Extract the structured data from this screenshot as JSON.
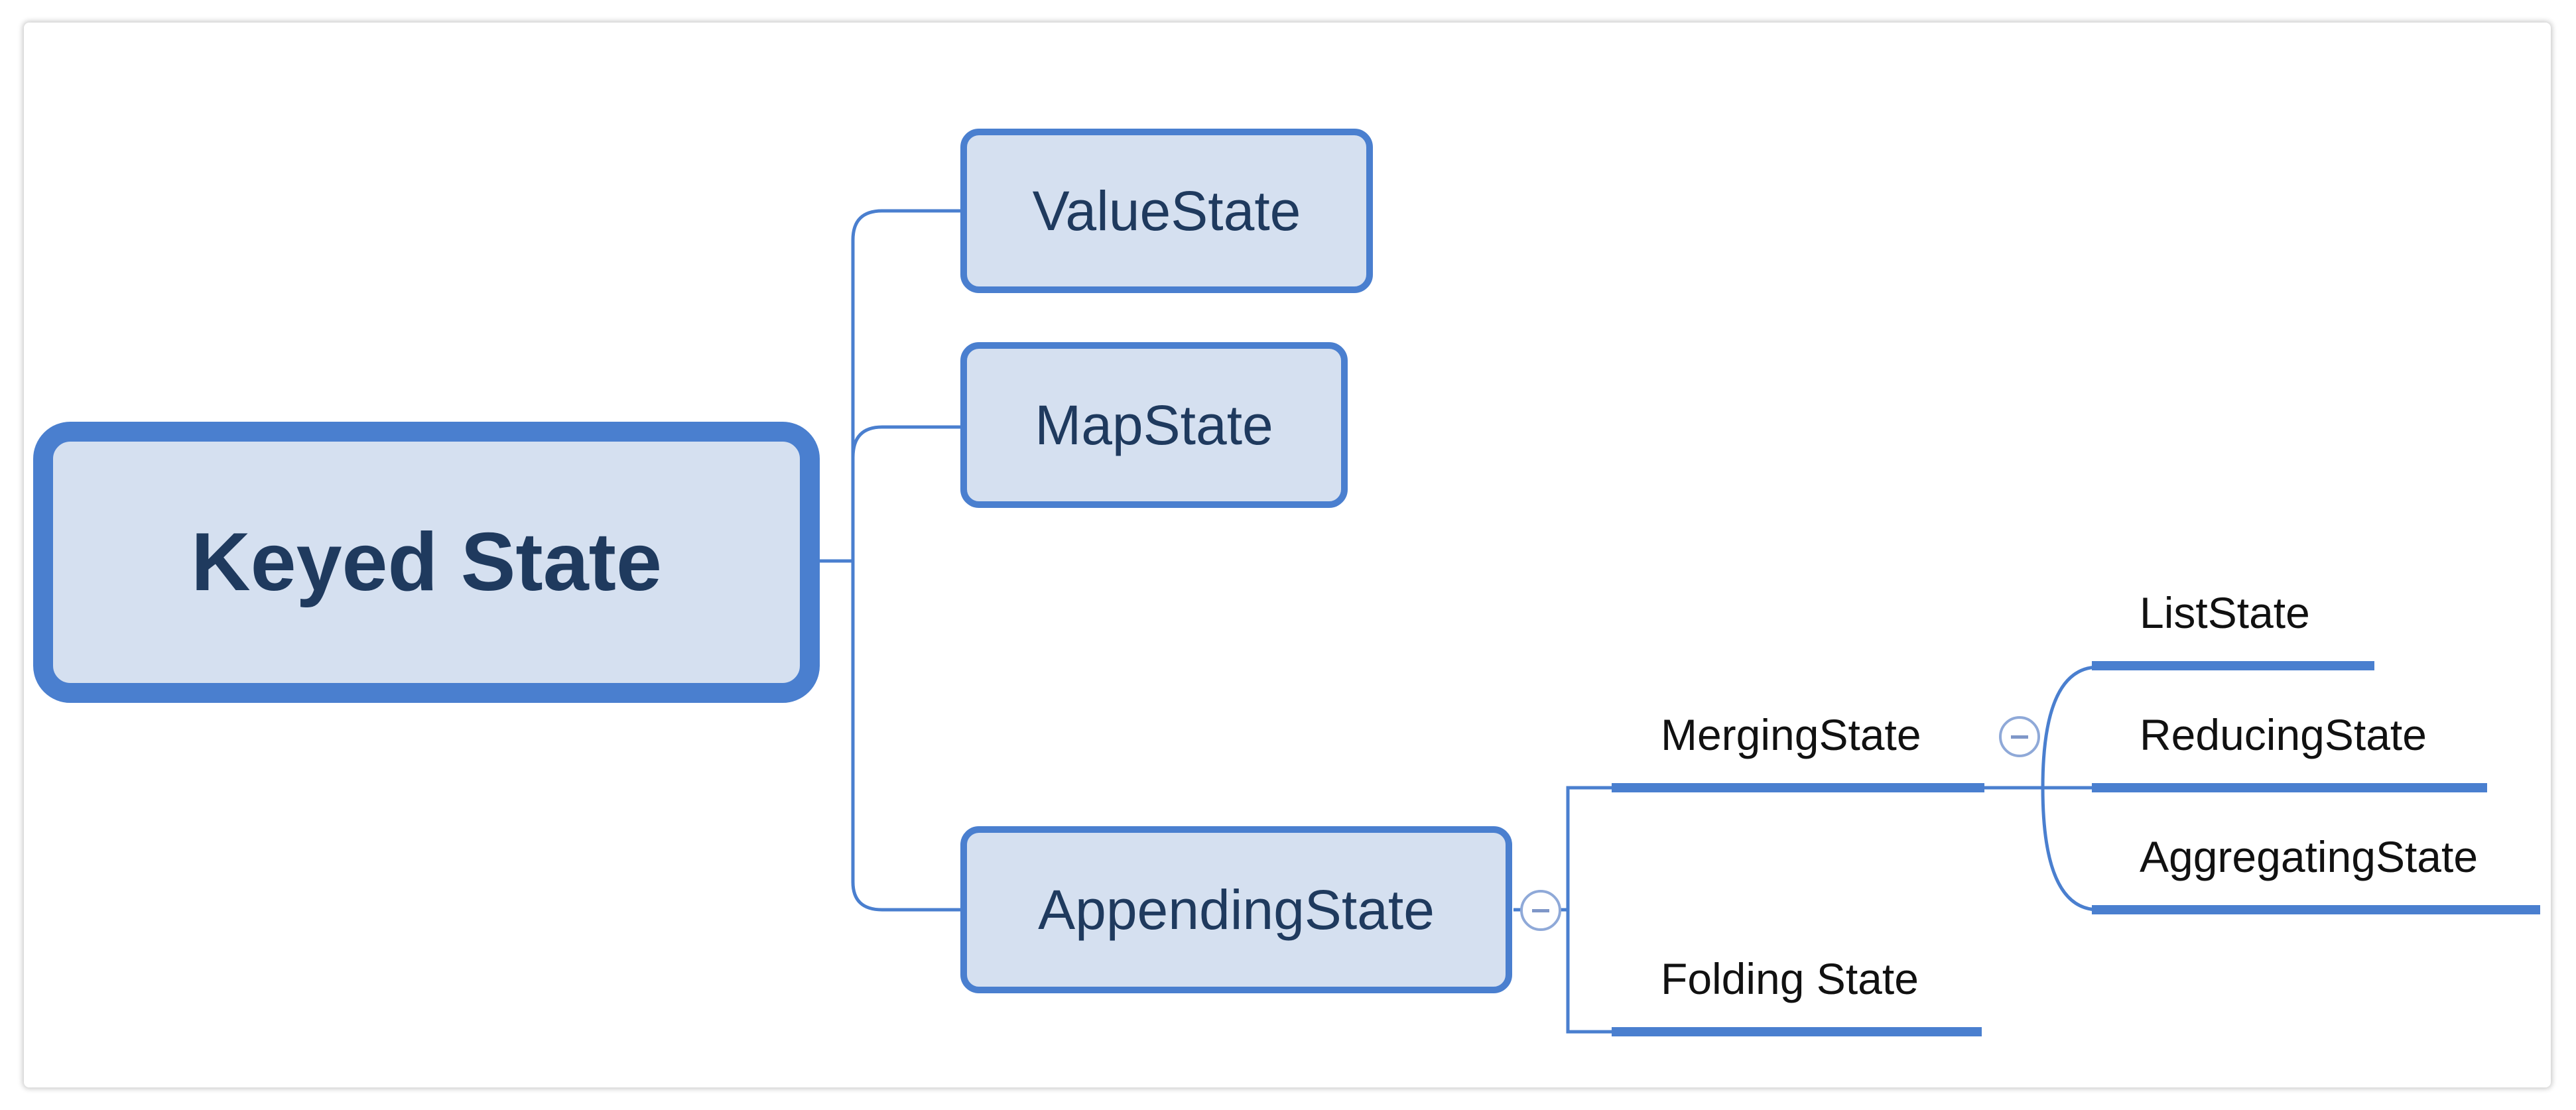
{
  "colors": {
    "node_fill": "#d5e0f0",
    "node_border": "#4a7fcf",
    "node_text": "#1f3a5e",
    "connector": "#4a7fcf",
    "leaf_text": "#111111"
  },
  "root": {
    "label": "Keyed State"
  },
  "children": [
    {
      "label": "ValueState"
    },
    {
      "label": "MapState"
    },
    {
      "label": "AppendingState"
    }
  ],
  "appending_children": [
    {
      "label": "MergingState"
    },
    {
      "label": "Folding State"
    }
  ],
  "merging_children": [
    {
      "label": "ListState"
    },
    {
      "label": "ReducingState"
    },
    {
      "label": "AggregatingState"
    }
  ],
  "icons": {
    "collapse": "minus-circle-icon"
  }
}
